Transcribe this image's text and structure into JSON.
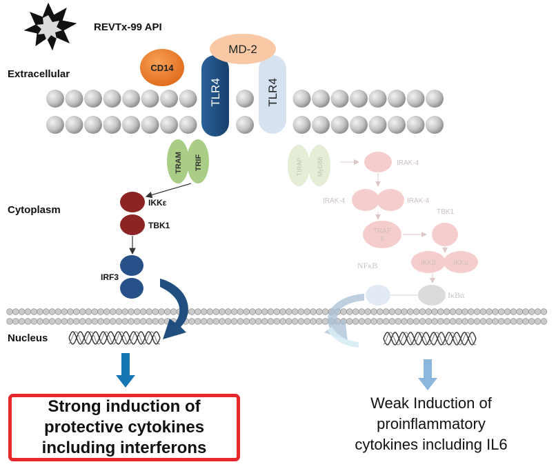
{
  "labels": {
    "api": "REVTx-99 API",
    "extracellular": "Extracellular",
    "cytoplasm": "Cytoplasm",
    "nucleus": "Nucleus"
  },
  "nodes": {
    "cd14": "CD14",
    "md2": "MD-2",
    "tlr4_active": "TLR4",
    "tlr4_inactive": "TLR4",
    "tram": "TRAM",
    "trif": "TRIF",
    "ikk_e": "IKKε",
    "tbk1_active": "TBK1",
    "irf3": "IRF3",
    "tirap": "TIRAP",
    "myd88": "MyD88",
    "irak4_top": "IRAK-4",
    "irak4_left": "IRAK-4",
    "irak4_right": "IRAK-4",
    "traf6": "TRAF\n6",
    "tbk1_faded": "TBK1",
    "ikkb": "IKKβ",
    "ikka": "IKKα",
    "nfkb": "NFκB",
    "ikba": "IκBα"
  },
  "outcomes": {
    "strong": "Strong induction of\nprotective cytokines\nincluding interferons",
    "weak": "Weak Induction of\nproinflammatory\ncytokines including IL6"
  },
  "colors": {
    "cd14": "#ee7e22",
    "md2": "#f8c9a4",
    "tlr4_active": "#1e4f84",
    "tlr4_inactive": "#d6e2f0",
    "tram_trif": "#a9cd84",
    "ikk_tbk": "#8c2424",
    "irf3": "#285089",
    "faded_pink": "#f6c8c8",
    "faded_green": "#e3ecd3",
    "highlight_box": "#e8282a",
    "arrow_strong": "#1677b4",
    "arrow_weak": "#8cb7dc"
  }
}
